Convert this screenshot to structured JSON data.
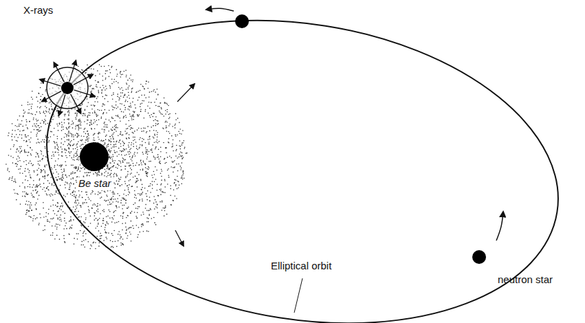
{
  "diagram": {
    "labels": [
      "X-rays",
      "Be star",
      "Elliptical orbit",
      "neutron star"
    ]
  }
}
